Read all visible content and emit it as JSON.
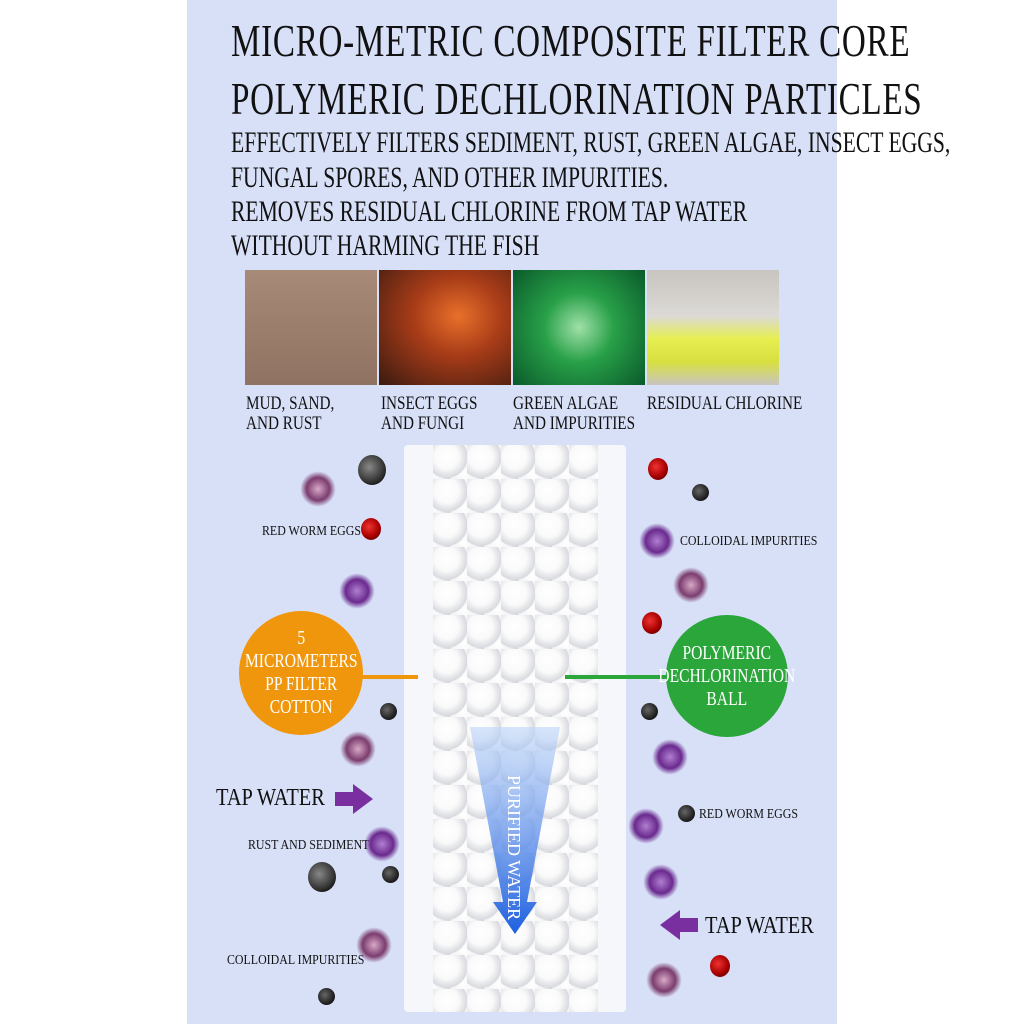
{
  "title": {
    "line1": "MICRO-METRIC COMPOSITE FILTER CORE",
    "line2": "POLYMERIC DECHLORINATION PARTICLES"
  },
  "description": [
    "EFFECTIVELY FILTERS SEDIMENT, RUST, GREEN ALGAE, INSECT EGGS,",
    "FUNGAL SPORES, AND OTHER IMPURITIES.",
    "REMOVES RESIDUAL CHLORINE FROM TAP WATER",
    "WITHOUT HARMING THE FISH"
  ],
  "photos": [
    {
      "line1": "MUD, SAND,",
      "line2": "AND RUST"
    },
    {
      "line1": "INSECT EGGS",
      "line2": "AND FUNGI"
    },
    {
      "line1": "GREEN ALGAE",
      "line2": "AND IMPURITIES"
    },
    {
      "line1": "RESIDUAL CHLORINE",
      "line2": ""
    }
  ],
  "diagram": {
    "pp_cotton": {
      "line1": "5 MICROMETERS",
      "line2": "PP FILTER COTTON",
      "color": "#f0960c"
    },
    "dechlor_ball": {
      "line1": "POLYMERIC",
      "line2": "DECHLORINATION",
      "line3": "BALL",
      "color": "#2aa63a"
    },
    "purified": "PURIFIED WATER",
    "left_labels": {
      "red_worm": "RED WORM EGGS",
      "tap": "TAP WATER",
      "rust": "RUST AND SEDIMENT",
      "colloidal": "COLLOIDAL IMPURITIES"
    },
    "right_labels": {
      "colloidal": "COLLOIDAL IMPURITIES",
      "red_worm": "RED WORM EGGS",
      "tap": "TAP WATER"
    }
  }
}
